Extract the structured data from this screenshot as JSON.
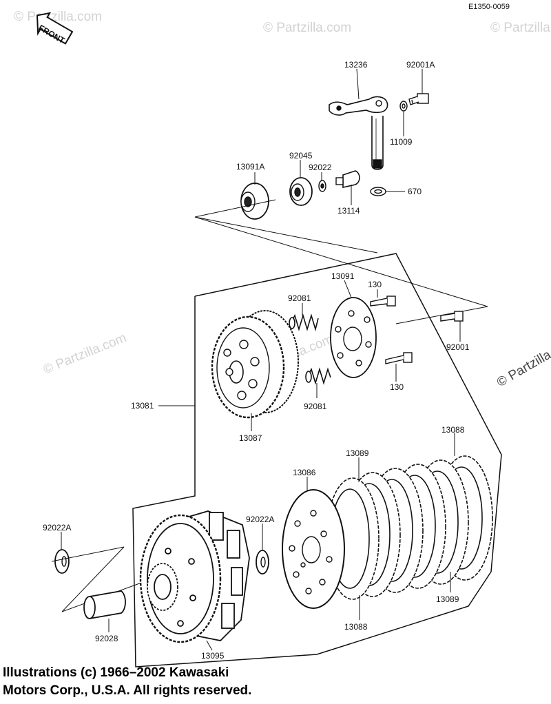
{
  "diagram": {
    "code": "E1350-0059",
    "front_label": "FRONT",
    "watermark": "© Partzilla.com",
    "parts": {
      "p13236": "13236",
      "p92001A": "92001A",
      "p11009": "11009",
      "p13091A": "13091A",
      "p92045": "92045",
      "p92022": "92022",
      "p670": "670",
      "p13114": "13114",
      "p92081a": "92081",
      "p13091": "13091",
      "p130a": "130",
      "p92001": "92001",
      "p13081": "13081",
      "p92081b": "92081",
      "p130b": "130",
      "p13087": "13087",
      "p13088a": "13088",
      "p13089a": "13089",
      "p13086": "13086",
      "p92022A_l": "92022A",
      "p92022A_r": "92022A",
      "p13089b": "13089",
      "p13088b": "13088",
      "p92028": "92028",
      "p13095": "13095"
    }
  },
  "footer": {
    "line1": "Illustrations (c) 1966–2002 Kawasaki",
    "line2": "Motors Corp., U.S.A.  All rights reserved."
  }
}
